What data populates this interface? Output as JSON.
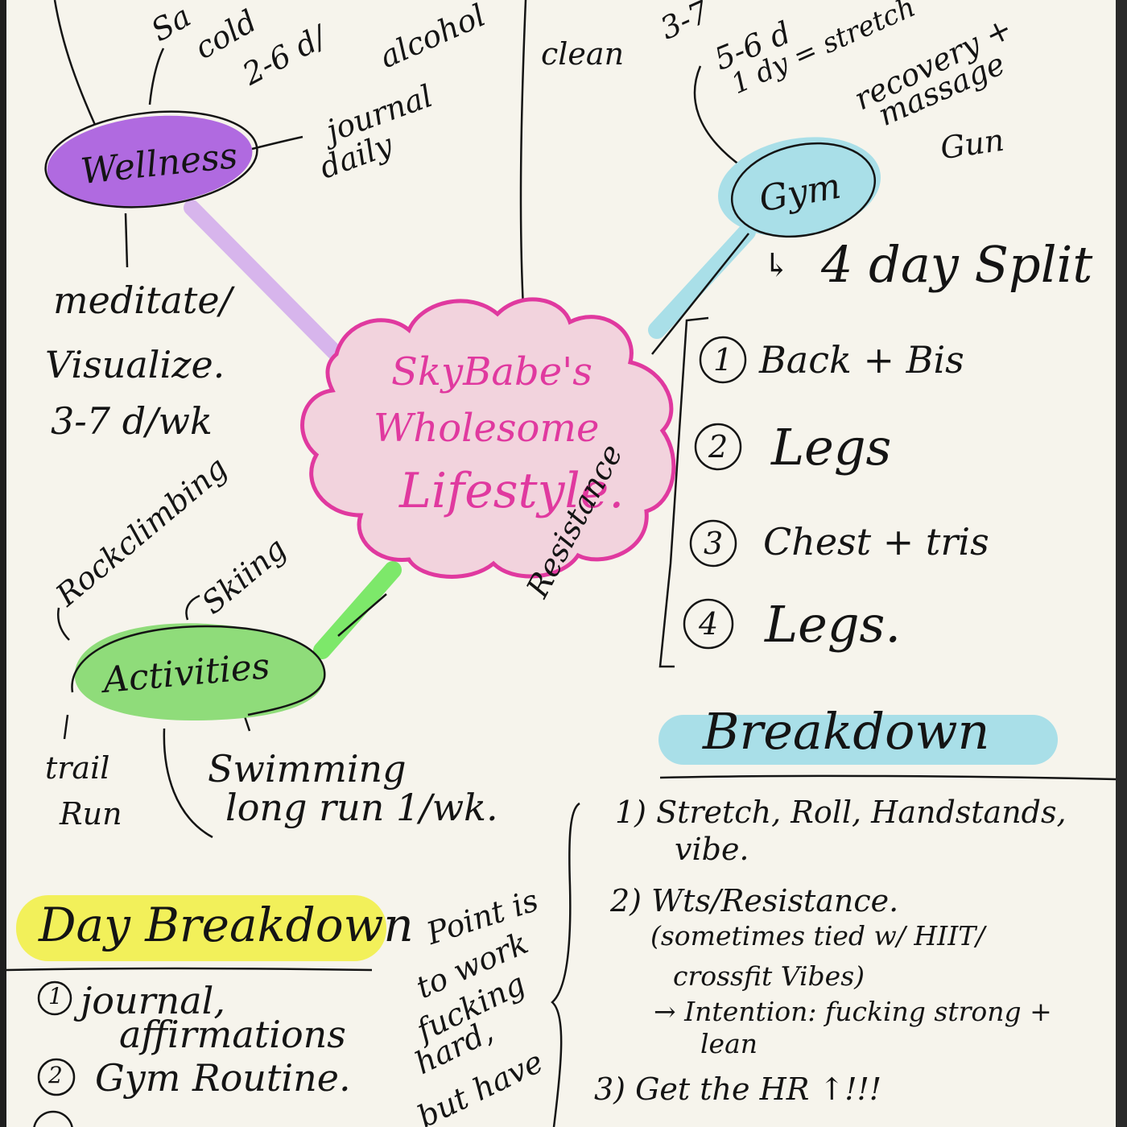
{
  "center": {
    "line1": "SkyBabe's",
    "line2": "Wholesome",
    "line3": "Lifestyle."
  },
  "wellness": {
    "label": "Wellness",
    "top_notes": [
      "Sa",
      "cold",
      "2-6 d/",
      "alcohol"
    ],
    "journal_note": [
      "journal",
      "daily"
    ],
    "meditate_note": [
      "meditate/",
      "Visualize.",
      "3-7 d/wk"
    ]
  },
  "top_note": "clean",
  "gym": {
    "label": "Gym",
    "top_notes": [
      "3-7",
      "5-6 d",
      "1 dy = stretch",
      "recovery +",
      "massage",
      "Gun"
    ],
    "split_title": "4 day Split",
    "split_items": [
      {
        "num": "1",
        "text": "Back + Bis"
      },
      {
        "num": "2",
        "text": "Legs"
      },
      {
        "num": "3",
        "text": "Chest + tris"
      },
      {
        "num": "4",
        "text": "Legs."
      }
    ],
    "resistance_label": "Resistance"
  },
  "activities": {
    "label": "Activities",
    "items": [
      "Rockclimbing",
      "Skiing",
      "trail",
      "Run",
      "Swimming",
      "long run 1/wk."
    ]
  },
  "breakdown": {
    "title": "Breakdown",
    "items": [
      "1) Stretch, Roll, Handstands,",
      "vibe.",
      "2) Wts/Resistance.",
      "(sometimes tied w/ HIIT/",
      "crossfit Vibes)",
      "→ Intention: fucking strong +",
      "lean",
      "3) Get the HR ↑!!!"
    ]
  },
  "day_breakdown": {
    "title": "Day Breakdown",
    "items": [
      {
        "num": "1",
        "text": "journal,"
      },
      {
        "num": "",
        "text": "affirmations"
      },
      {
        "num": "2",
        "text": "Gym Routine."
      }
    ],
    "point_note": [
      "Point is",
      "to work",
      "fucking",
      "hard,",
      "but have"
    ]
  },
  "colors": {
    "paper": "#f6f4ec",
    "ink": "#141414",
    "pink": "#e0399f",
    "pink_fill": "#f2d3dd",
    "purple": "#b06ae0",
    "purple_light": "#d7b5ec",
    "cyan": "#a9dfe8",
    "green": "#8fdc7a",
    "green_bright": "#7de86a",
    "yellow": "#f2f05a"
  }
}
